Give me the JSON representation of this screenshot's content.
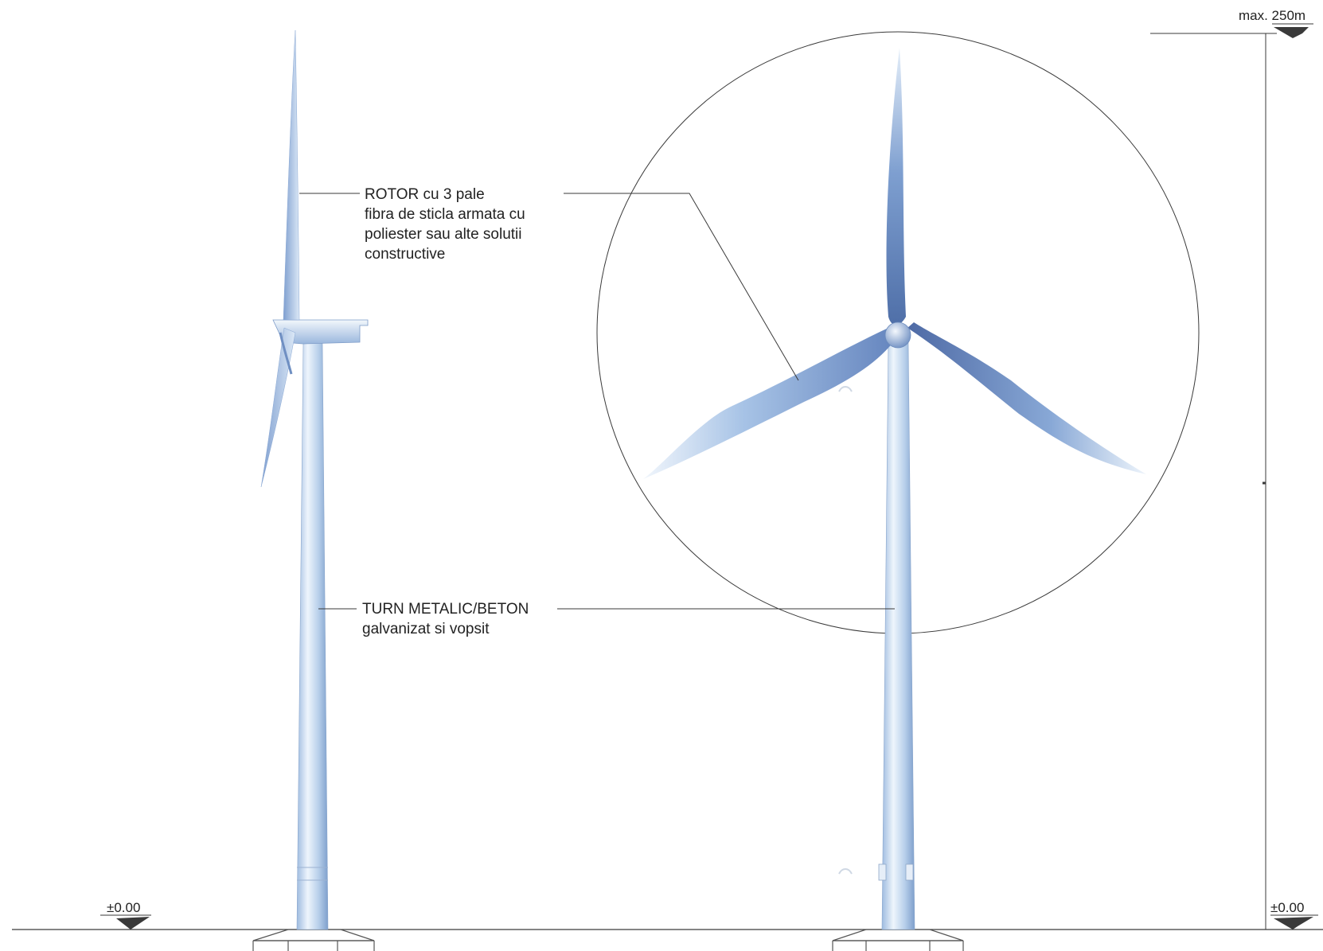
{
  "labels": {
    "rotor": {
      "title": "ROTOR cu 3 pale",
      "line2": "fibra de sticla armata cu",
      "line3": "poliester sau alte solutii",
      "line4": "constructive"
    },
    "tower": {
      "title": "TURN METALIC/BETON",
      "line2": "galvanizat si vopsit"
    }
  },
  "levels": {
    "max_height": "max. 250m",
    "ground_left": "±0.00",
    "ground_right": "±0.00"
  },
  "colors": {
    "line": "#3a3a3a",
    "tower_light": "#e6f0fa",
    "tower_mid": "#a9c6e6",
    "blade_dark": "#5d7fb5",
    "blade_light": "#d4e4f5"
  }
}
